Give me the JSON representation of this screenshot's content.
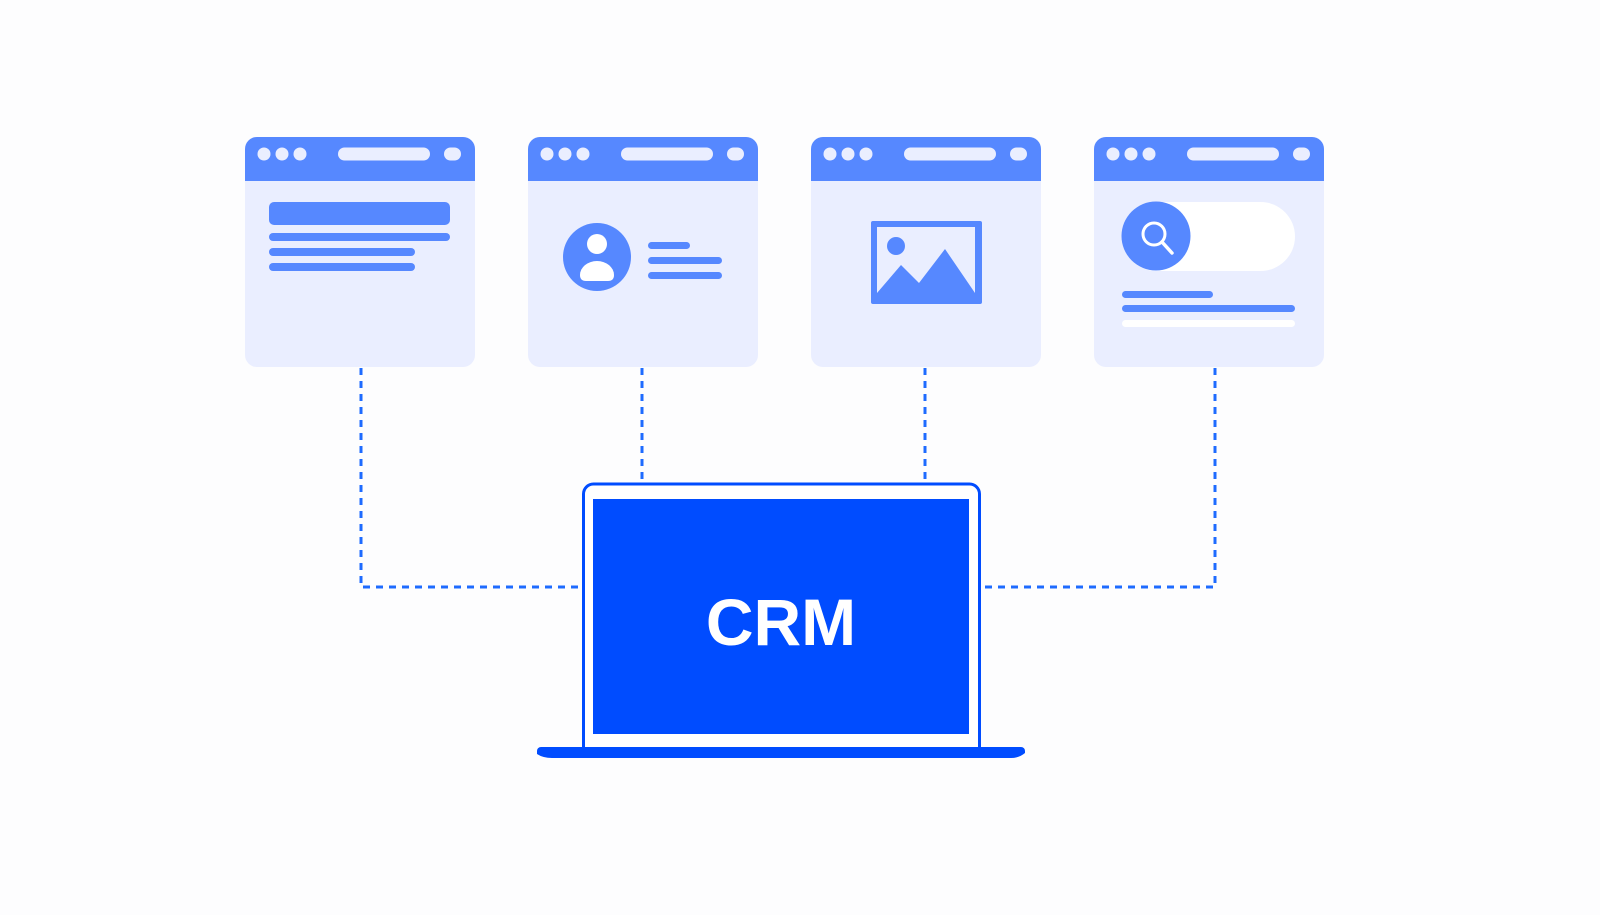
{
  "center": {
    "label": "CRM"
  },
  "cards": [
    {
      "name": "document-window"
    },
    {
      "name": "contact-profile-window"
    },
    {
      "name": "image-window"
    },
    {
      "name": "search-window"
    }
  ],
  "colors": {
    "header": "#5688FF",
    "card_body": "#EAEEFF",
    "accent": "#004CFF",
    "connector": "#1E6BFF"
  }
}
